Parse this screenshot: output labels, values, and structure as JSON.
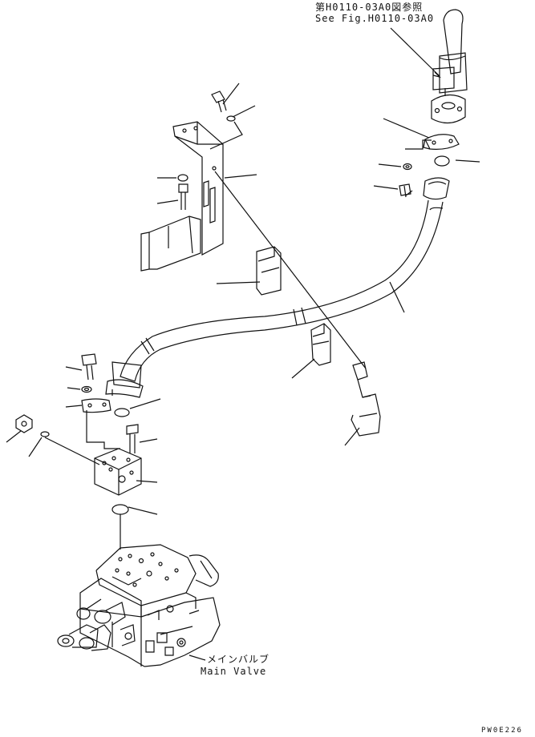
{
  "labels": {
    "reference_jp": "第H0110-03A0図参照",
    "reference_en": "See Fig.H0110-03A0",
    "main_valve_jp": "メインバルブ",
    "main_valve_en": "Main Valve",
    "drawing_code": "PW0E226"
  }
}
